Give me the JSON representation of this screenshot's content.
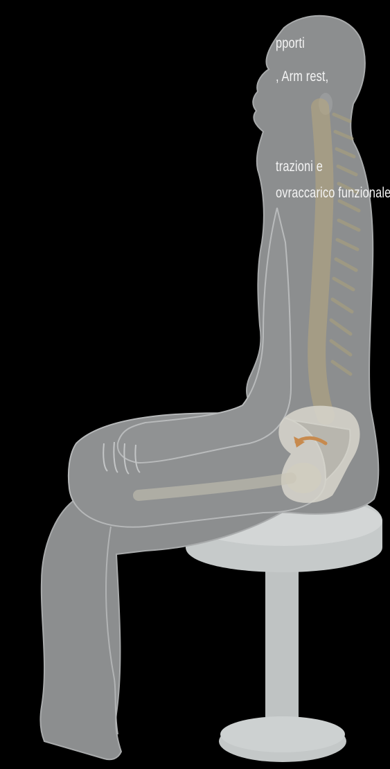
{
  "text": {
    "line1": "pporti",
    "line2": ", Arm rest,",
    "line3": "trazioni e",
    "line4": "ovraccarico funzionale."
  },
  "colors": {
    "background": "#000000",
    "body": "#8a8c8d",
    "body_outline": "#c9cbcc",
    "spine": "#bfb08a",
    "pelvis": "#d8d6cc",
    "stool": "#c3c7c7",
    "arrow": "#c78a4e",
    "text": "#f4f4f4"
  }
}
